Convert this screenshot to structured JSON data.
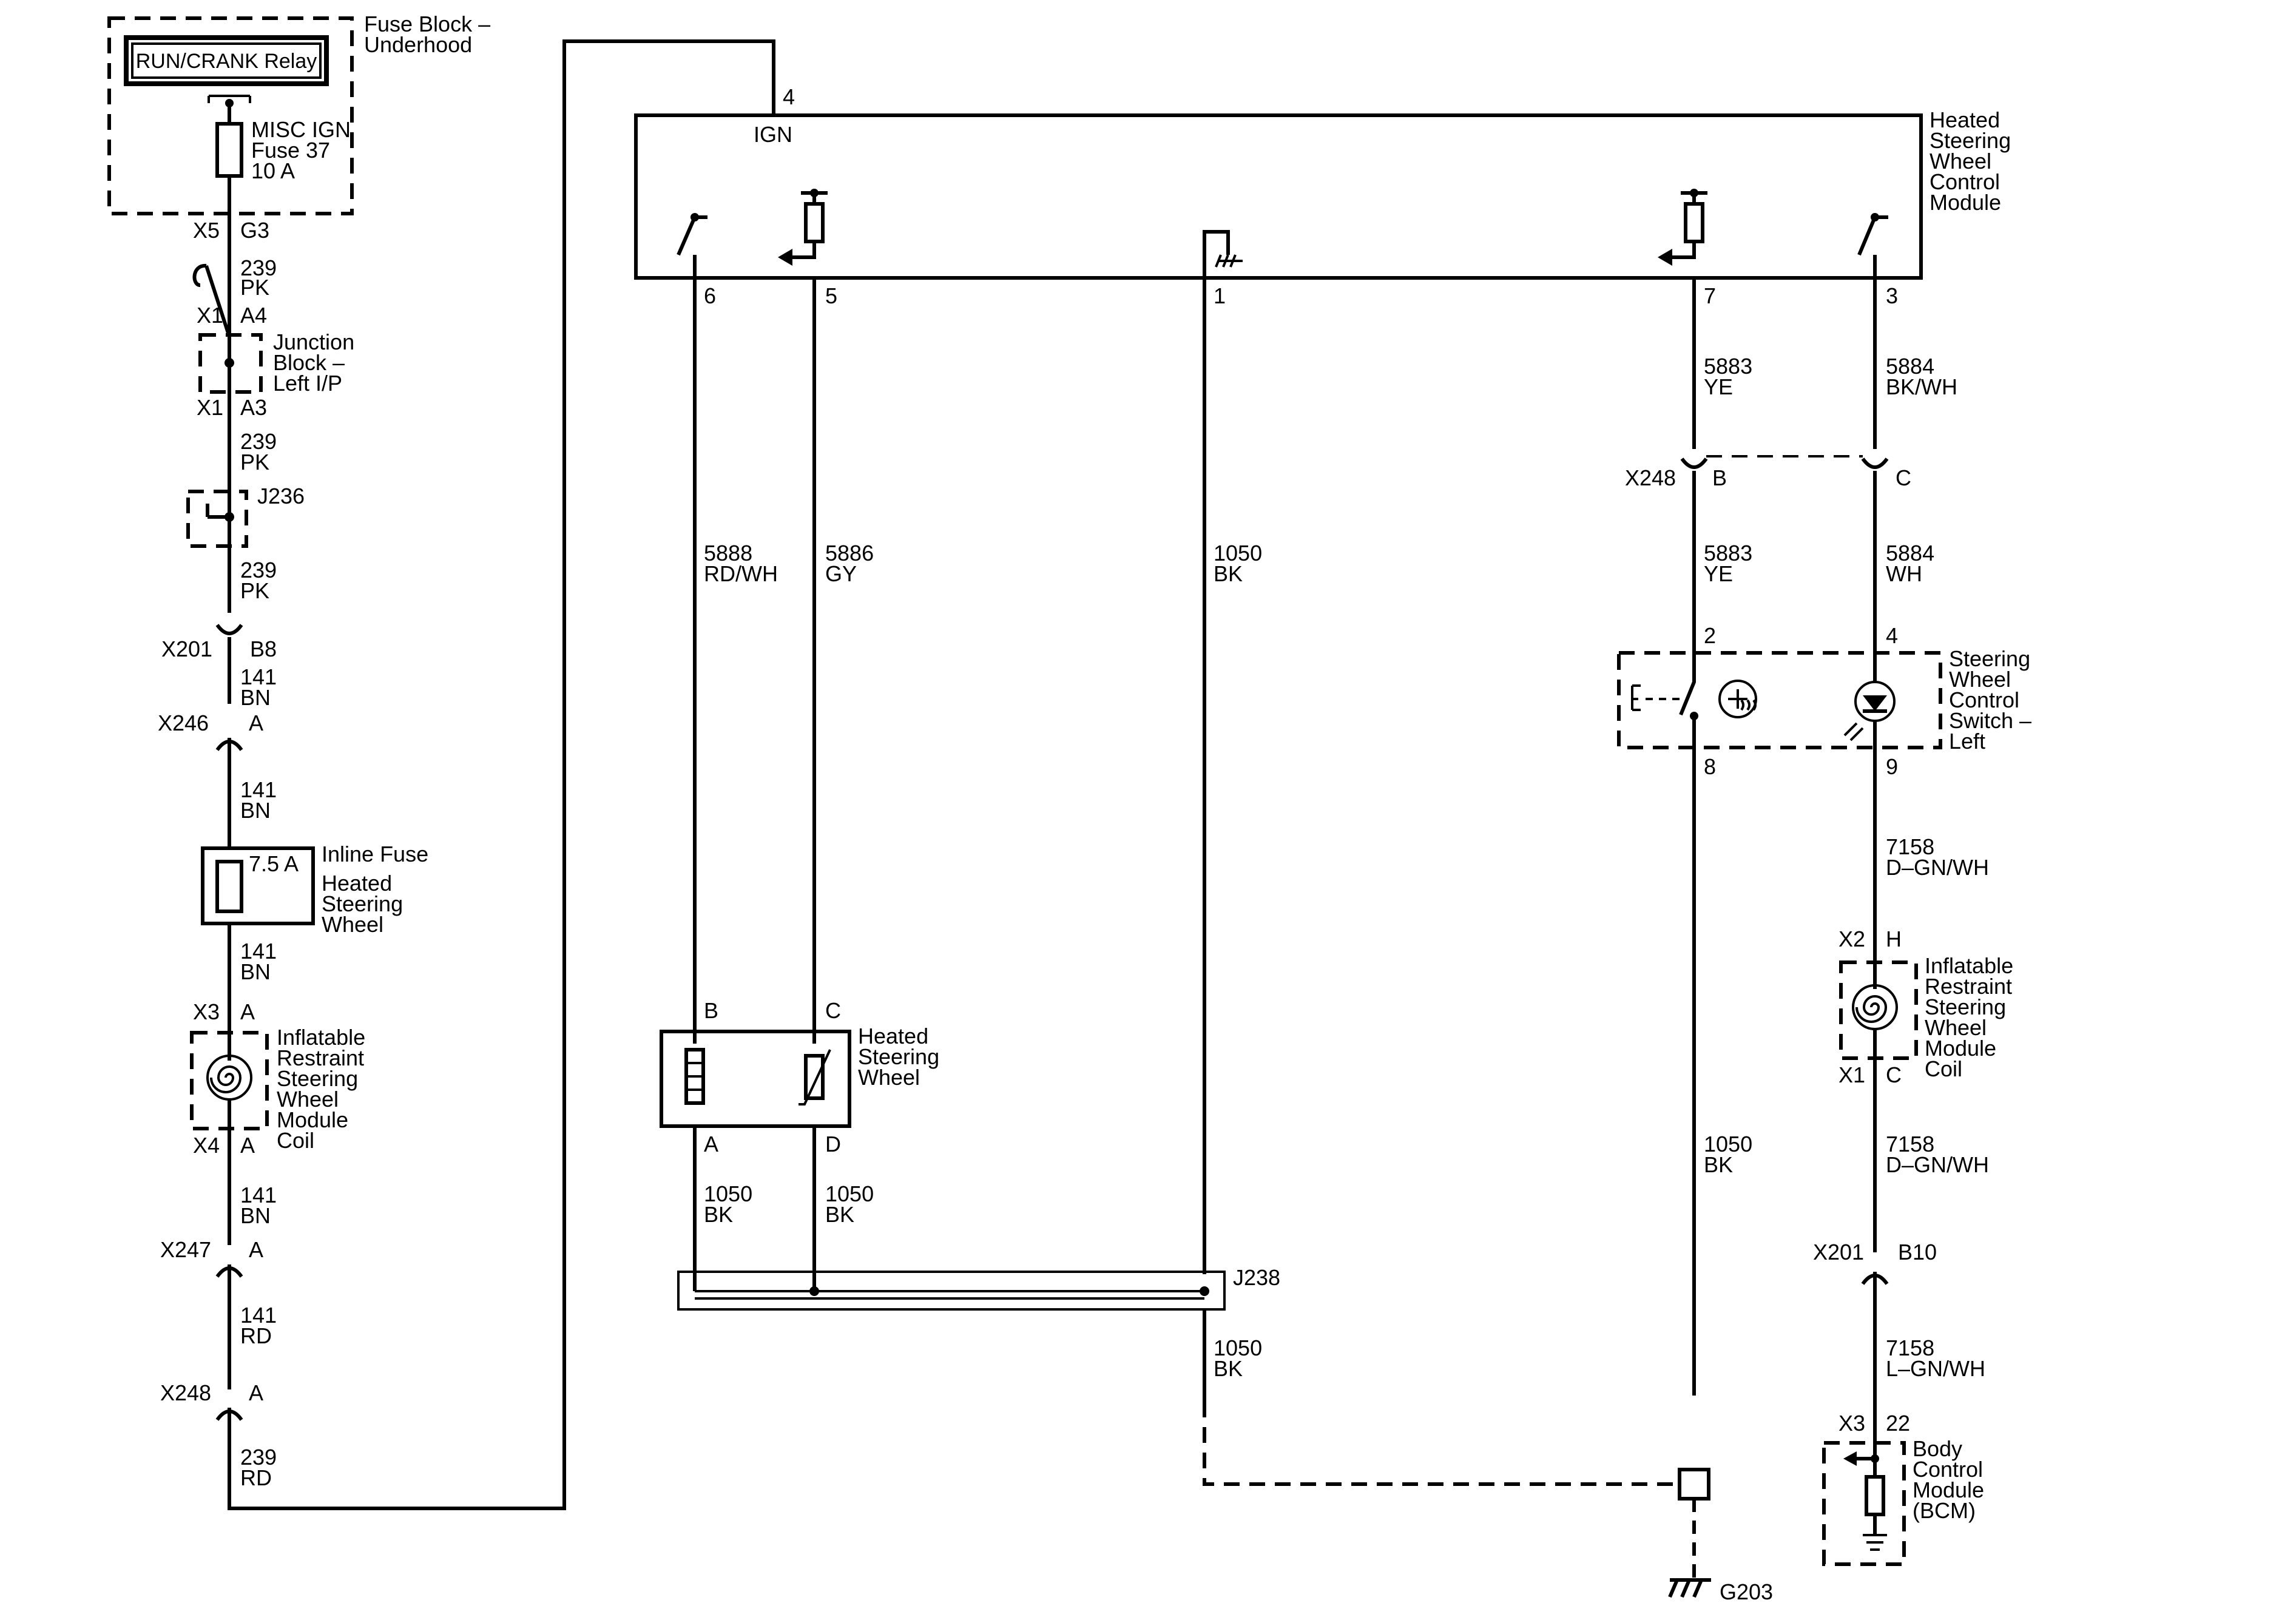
{
  "components": {
    "fuse_block": {
      "title_line1": "Fuse Block –",
      "title_line2": "Underhood"
    },
    "relay": {
      "label": "RUN/CRANK Relay"
    },
    "misc_fuse": {
      "line1": "MISC IGN",
      "line2": "Fuse 37",
      "line3": "10 A"
    },
    "junction_block": {
      "line1": "Junction",
      "line2": "Block –",
      "line3": "Left I/P"
    },
    "inline_fuse": {
      "title": "Inline Fuse",
      "rating": "7.5 A",
      "line1": "Heated",
      "line2": "Steering",
      "line3": "Wheel"
    },
    "coil_left": {
      "line1": "Inflatable",
      "line2": "Restraint",
      "line3": "Steering",
      "line4": "Wheel",
      "line5": "Module",
      "line6": "Coil"
    },
    "module": {
      "line1": "Heated",
      "line2": "Steering",
      "line3": "Wheel",
      "line4": "Control",
      "line5": "Module",
      "ign": "IGN"
    },
    "heated_wheel": {
      "line1": "Heated",
      "line2": "Steering",
      "line3": "Wheel"
    },
    "switch": {
      "line1": "Steering",
      "line2": "Wheel",
      "line3": "Control",
      "line4": "Switch –",
      "line5": "Left"
    },
    "coil_right": {
      "line1": "Inflatable",
      "line2": "Restraint",
      "line3": "Steering",
      "line4": "Wheel",
      "line5": "Module",
      "line6": "Coil"
    },
    "bcm": {
      "line1": "Body",
      "line2": "Control",
      "line3": "Module",
      "line4": "(BCM)"
    },
    "splice_j236": "J236",
    "splice_j238": "J238",
    "ground_g203": "G203"
  },
  "connectors": {
    "x5": "X5",
    "g3": "G3",
    "x1a": "X1",
    "a4": "A4",
    "x1b": "X1",
    "a3": "A3",
    "x201_left": "X201",
    "b8": "B8",
    "x246": "X246",
    "x246_pin": "A",
    "x3": "X3",
    "x3_pin": "A",
    "x4": "X4",
    "x4_pin": "A",
    "x247": "X247",
    "x247_pin": "A",
    "x248_left": "X248",
    "x248_left_pin": "A",
    "mod_pin4": "4",
    "mod_pin6": "6",
    "mod_pin5": "5",
    "mod_pin1": "1",
    "mod_pin7": "7",
    "mod_pin3": "3",
    "x248_right": "X248",
    "x248_b": "B",
    "x248_c": "C",
    "sw_pin2": "2",
    "sw_pin4": "4",
    "sw_pin8": "8",
    "sw_pin9": "9",
    "x2": "X2",
    "x2_pin": "H",
    "x1_right": "X1",
    "x1_right_pin": "C",
    "x201_right": "X201",
    "b10": "B10",
    "x3_bcm": "X3",
    "bcm_pin": "22",
    "hw_b": "B",
    "hw_c": "C",
    "hw_a": "A",
    "hw_d": "D"
  },
  "wires": {
    "w239_1": {
      "circuit": "239",
      "color": "PK"
    },
    "w239_2": {
      "circuit": "239",
      "color": "PK"
    },
    "w239_3": {
      "circuit": "239",
      "color": "PK"
    },
    "w141_1": {
      "circuit": "141",
      "color": "BN"
    },
    "w141_2": {
      "circuit": "141",
      "color": "BN"
    },
    "w141_3": {
      "circuit": "141",
      "color": "BN"
    },
    "w141_4": {
      "circuit": "141",
      "color": "BN"
    },
    "w141_5": {
      "circuit": "141",
      "color": "RD"
    },
    "w239_4": {
      "circuit": "239",
      "color": "RD"
    },
    "w5888": {
      "circuit": "5888",
      "color": "RD/WH"
    },
    "w5886": {
      "circuit": "5886",
      "color": "GY"
    },
    "w1050_mid": {
      "circuit": "1050",
      "color": "BK"
    },
    "w1050_mid2": {
      "circuit": "1050",
      "color": "BK"
    },
    "w1050_a": {
      "circuit": "1050",
      "color": "BK"
    },
    "w1050_d": {
      "circuit": "1050",
      "color": "BK"
    },
    "w1050_right": {
      "circuit": "1050",
      "color": "BK"
    },
    "w5883_1": {
      "circuit": "5883",
      "color": "YE"
    },
    "w5883_2": {
      "circuit": "5883",
      "color": "YE"
    },
    "w5884_1": {
      "circuit": "5884",
      "color": "BK/WH"
    },
    "w5884_2": {
      "circuit": "5884",
      "color": "WH"
    },
    "w7158_1": {
      "circuit": "7158",
      "color": "D–GN/WH"
    },
    "w7158_2": {
      "circuit": "7158",
      "color": "D–GN/WH"
    },
    "w7158_3": {
      "circuit": "7158",
      "color": "L–GN/WH"
    }
  }
}
